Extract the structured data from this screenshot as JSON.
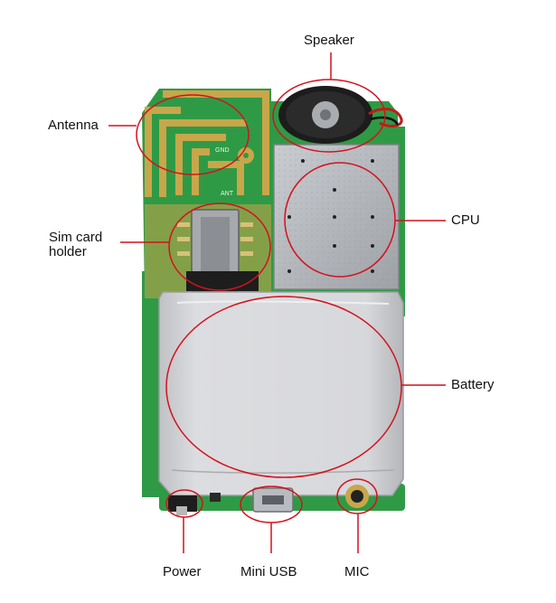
{
  "labels": {
    "speaker": "Speaker",
    "antenna": "Antenna",
    "simcard_line1": "Sim card",
    "simcard_line2": "holder",
    "cpu": "CPU",
    "battery": "Battery",
    "power": "Power",
    "mini_usb": "Mini USB",
    "mic": "MIC"
  },
  "board": {
    "gnd": "GND",
    "ant": "ANT"
  },
  "colors": {
    "pcb_green": "#2f9a45",
    "copper": "#c8a64a",
    "shield_metal": "#b9bcc0",
    "battery_foil": "#d4d5d7",
    "annotation_red": "#d4111c"
  }
}
